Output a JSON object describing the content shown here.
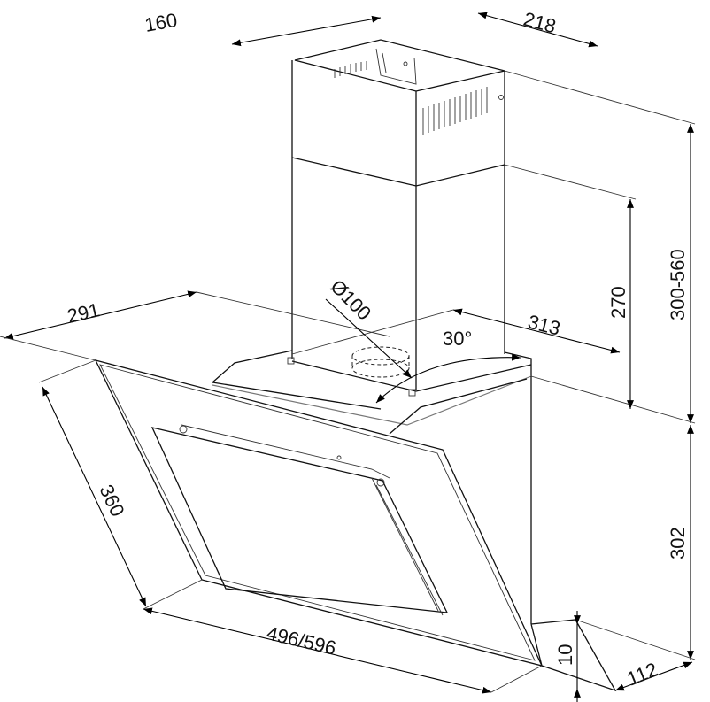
{
  "drawing": {
    "dimensions": {
      "chimney_depth": "160",
      "chimney_width": "218",
      "chimney_height_range": "300-560",
      "upper_chimney_height": "270",
      "hood_depth": "291",
      "base_width": "313",
      "duct_diameter": "Ø100",
      "tilt_angle": "30°",
      "glass_height": "360",
      "hood_width": "496/596",
      "hood_height": "302",
      "lip_height": "10",
      "bottom_depth": "112"
    },
    "colors": {
      "line": "#111111",
      "background": "#ffffff"
    }
  }
}
